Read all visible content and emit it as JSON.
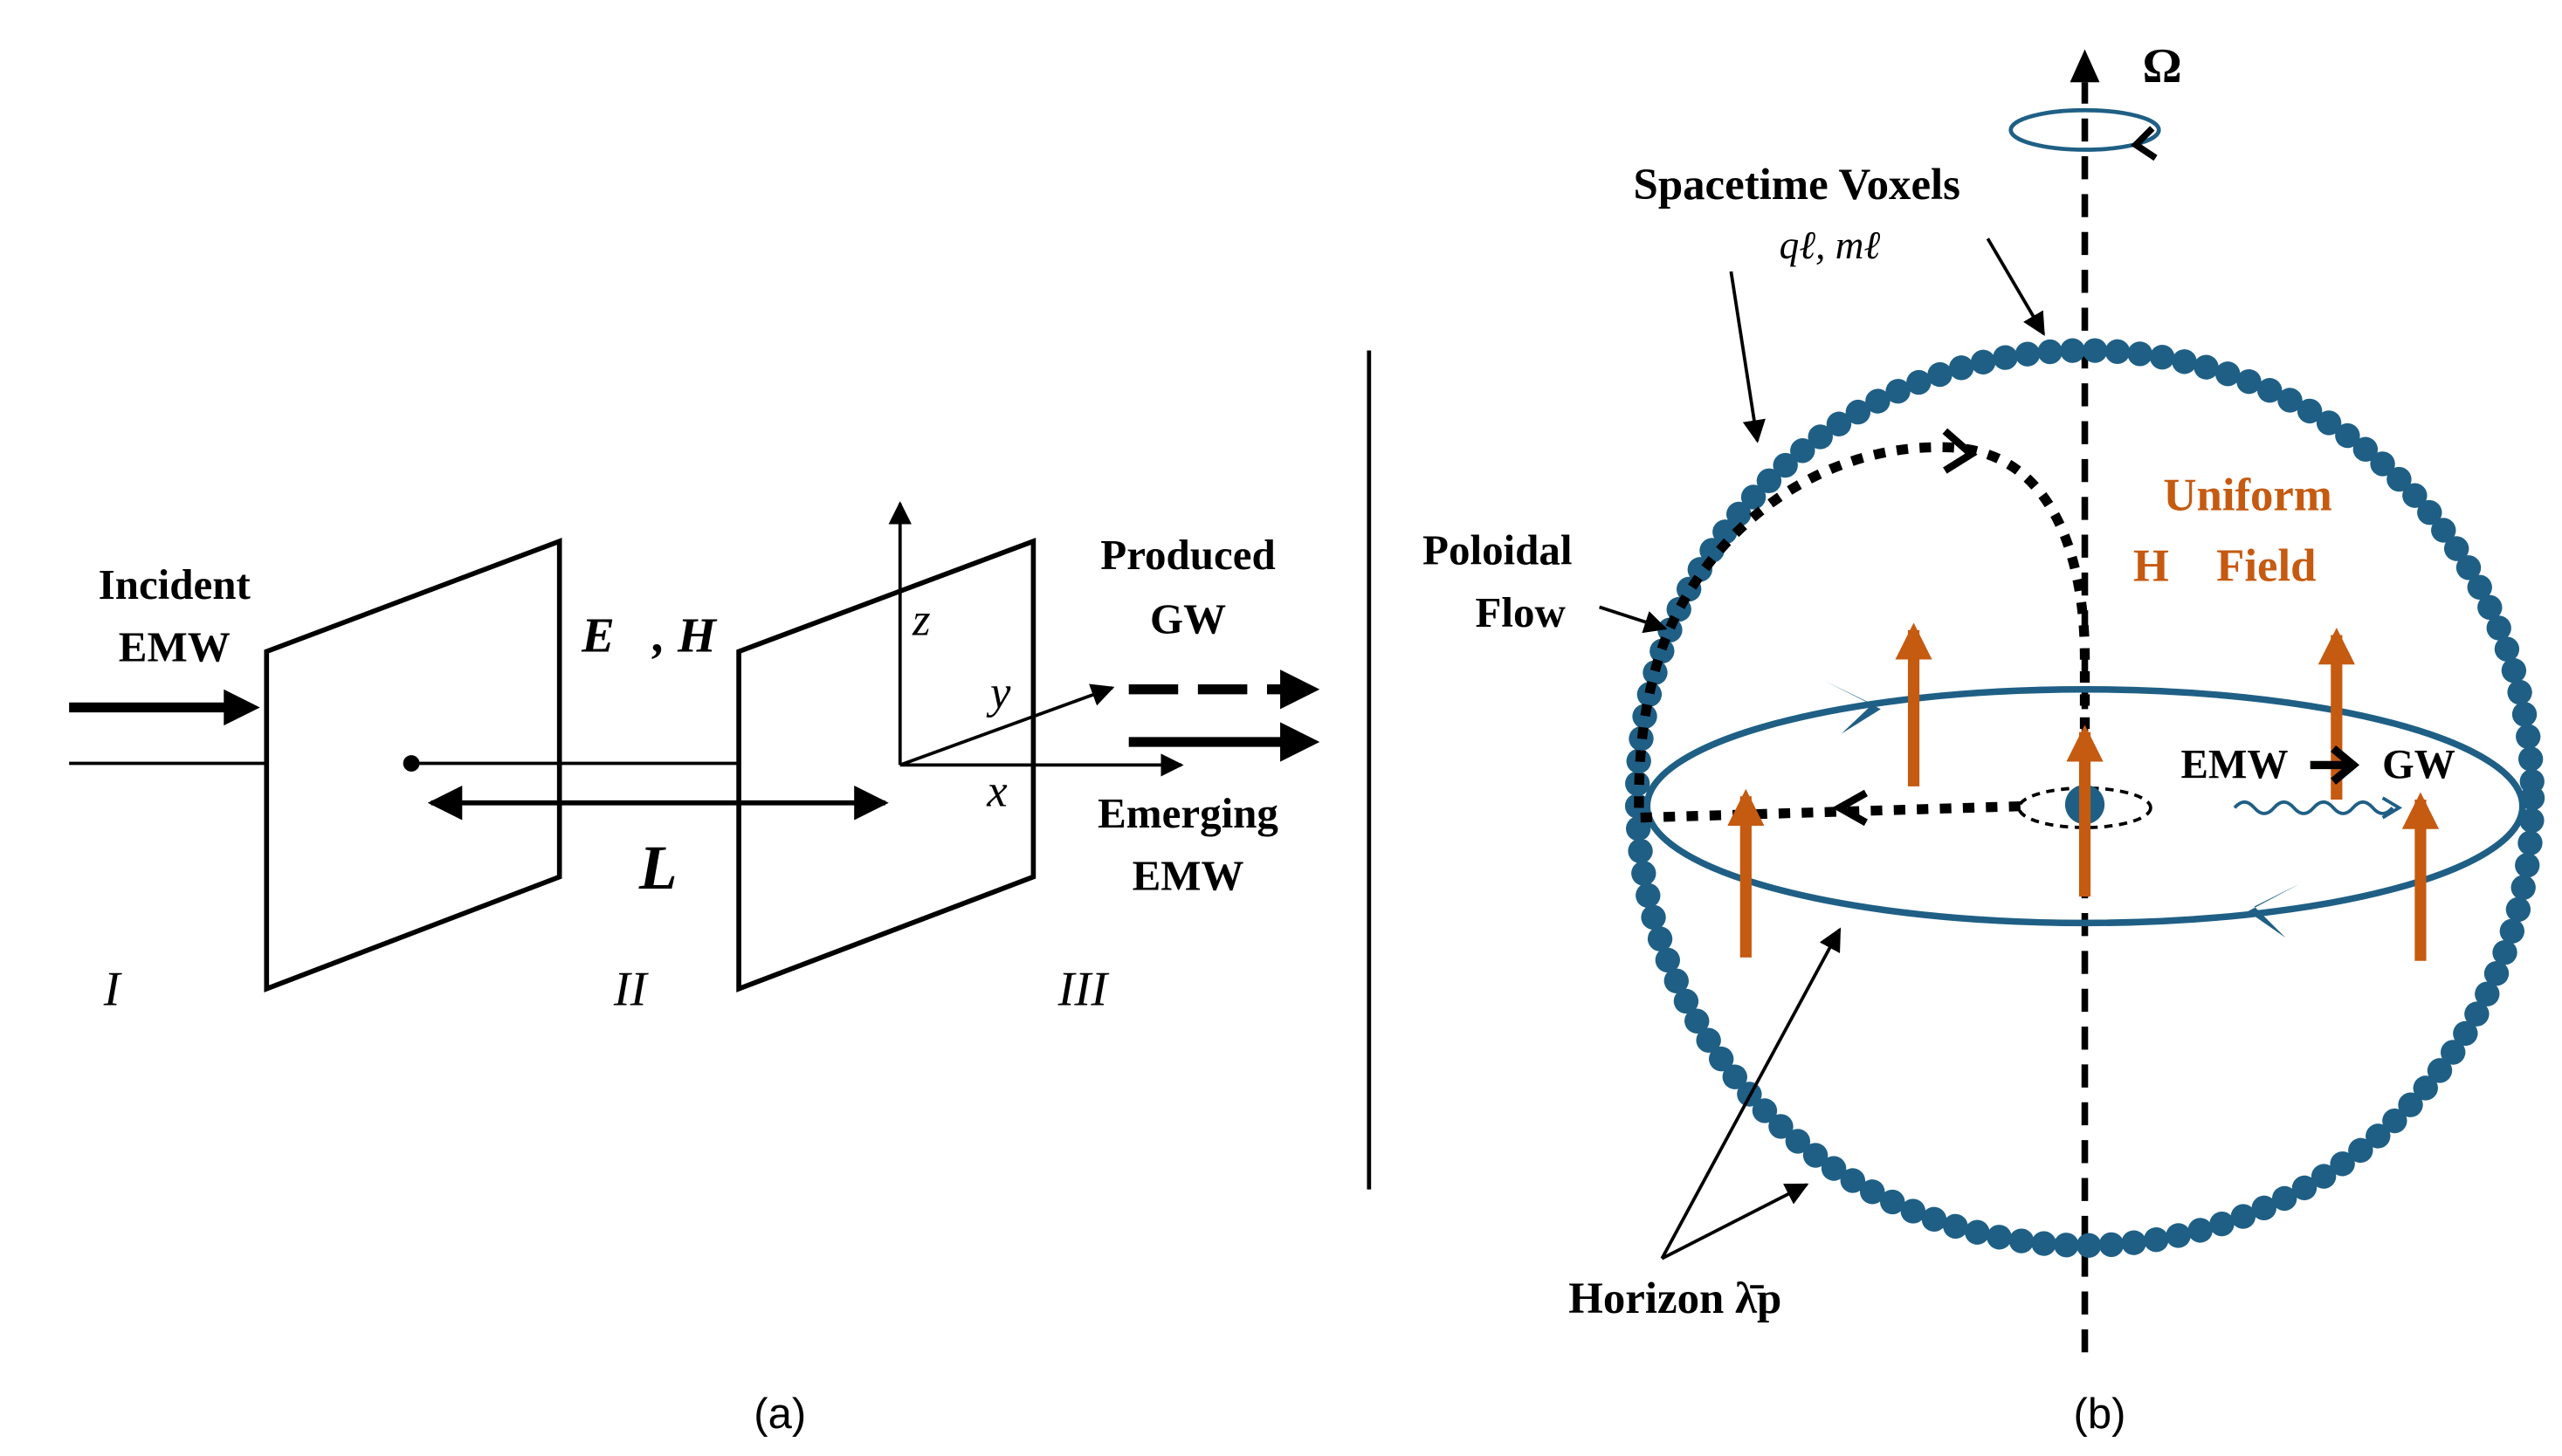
{
  "panel_a": {
    "caption": "(a)",
    "incident_line1": "Incident",
    "incident_line2": "EMW",
    "fields_label": "E⃗, H⃗",
    "produced_line1": "Produced",
    "produced_line2": "GW",
    "emerging_line1": "Emerging",
    "emerging_line2": "EMW",
    "length_label": "L",
    "axis_z": "z",
    "axis_y": "y",
    "axis_x": "x",
    "region_1": "I",
    "region_2": "II",
    "region_3": "III"
  },
  "panel_b": {
    "caption": "(b)",
    "omega": "Ω",
    "voxels_title": "Spacetime Voxels",
    "voxels_sub": "qℓ, mℓ",
    "uniform_line1": "Uniform",
    "uniform_line2": "H⃗ Field",
    "poloidal_line1": "Poloidal",
    "poloidal_line2": "Flow",
    "emw_gw_left": "EMW",
    "emw_gw_right": "GW",
    "horizon": "Horizon λ̄p"
  },
  "colors": {
    "sphere": "#1f5f85",
    "field": "#c55a11",
    "ink": "#000000"
  }
}
